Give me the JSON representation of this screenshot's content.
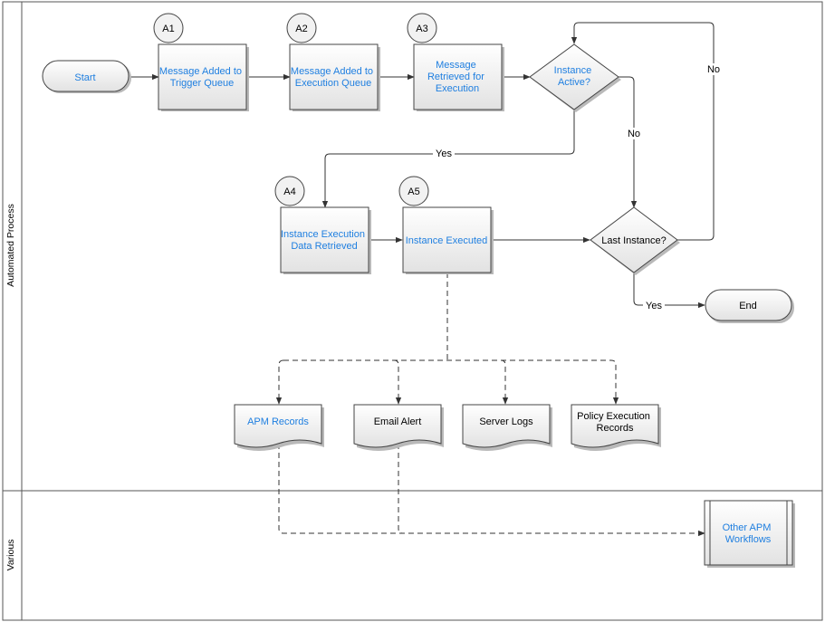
{
  "lanes": {
    "automated": "Automated Process",
    "various": "Various"
  },
  "nodes": {
    "start": "Start",
    "end": "End",
    "a1_badge": "A1",
    "a1_line1": "Message Added to",
    "a1_line2": "Trigger Queue",
    "a2_badge": "A2",
    "a2_line1": "Message Added to",
    "a2_line2": "Execution Queue",
    "a3_badge": "A3",
    "a3_line1": "Message",
    "a3_line2": "Retrieved for",
    "a3_line3": "Execution",
    "instance_active_line1": "Instance",
    "instance_active_line2": "Active?",
    "a4_badge": "A4",
    "a4_line1": "Instance Execution",
    "a4_line2": "Data Retrieved",
    "a5_badge": "A5",
    "a5_label": "Instance Executed",
    "last_instance": "Last Instance?",
    "apm_records": "APM Records",
    "email_alert": "Email Alert",
    "server_logs": "Server Logs",
    "policy_records_line1": "Policy Execution",
    "policy_records_line2": "Records",
    "other_workflows_line1": "Other APM",
    "other_workflows_line2": "Workflows"
  },
  "edge_labels": {
    "yes_active": "Yes",
    "no_active": "No",
    "no_last": "No",
    "yes_last": "Yes"
  },
  "colors": {
    "link_text": "#1f7fe0",
    "plain_text": "#000000",
    "box_fill_top": "#ffffff",
    "box_fill_bottom": "#e3e3e3"
  }
}
